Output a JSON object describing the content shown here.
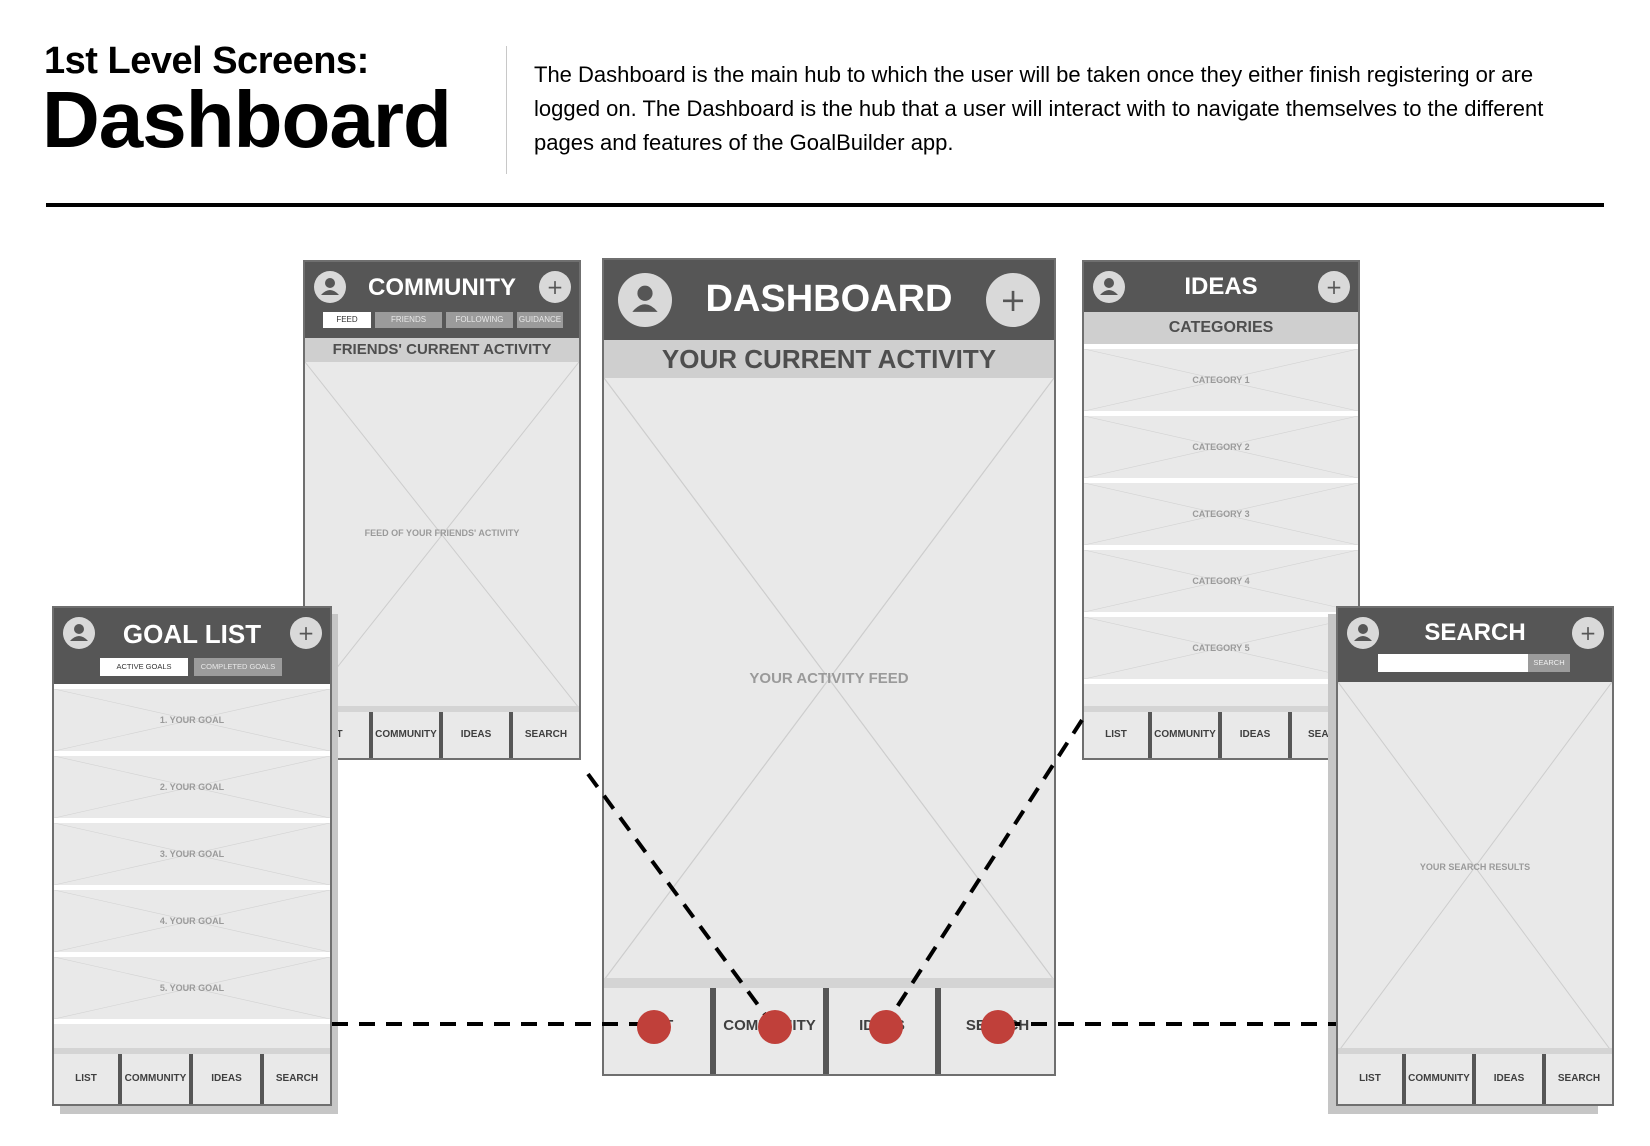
{
  "header": {
    "subtitle": "1st Level Screens:",
    "title": "Dashboard",
    "description": "The Dashboard is the main hub to which the user will be taken once they either finish registering or are logged on. The Dashboard is the hub that a user will interact with to navigate themselves to the different pages and features of the GoalBuilder app."
  },
  "nav": {
    "list": "LIST",
    "community": "COMMUNITY",
    "ideas": "IDEAS",
    "search": "SEARCH"
  },
  "community": {
    "title": "COMMUNITY",
    "tabs": [
      "FEED",
      "FRIENDS",
      "FOLLOWING",
      "GUIDANCE"
    ],
    "subtitle": "FRIENDS' CURRENT ACTIVITY",
    "placeholder": "FEED OF YOUR FRIENDS' ACTIVITY",
    "nav_list_partial": "IST"
  },
  "dashboard": {
    "title": "DASHBOARD",
    "subtitle": "YOUR CURRENT ACTIVITY",
    "placeholder": "YOUR ACTIVITY FEED"
  },
  "ideas": {
    "title": "IDEAS",
    "subtitle": "CATEGORIES",
    "categories": [
      "CATEGORY 1",
      "CATEGORY 2",
      "CATEGORY 3",
      "CATEGORY 4",
      "CATEGORY 5"
    ],
    "nav_search_partial": "SEAR"
  },
  "goal_list": {
    "title": "GOAL LIST",
    "tabs": [
      "ACTIVE GOALS",
      "COMPLETED GOALS"
    ],
    "goals": [
      "1. YOUR GOAL",
      "2. YOUR GOAL",
      "3. YOUR GOAL",
      "4. YOUR GOAL",
      "5. YOUR GOAL"
    ]
  },
  "search": {
    "title": "SEARCH",
    "button": "SEARCH",
    "placeholder": "YOUR  SEARCH RESULTS"
  },
  "colors": {
    "bar": "#565656",
    "panel": "#e9e9e9",
    "dot": "#c0403a"
  },
  "icons": [
    "user-icon",
    "plus-icon"
  ]
}
